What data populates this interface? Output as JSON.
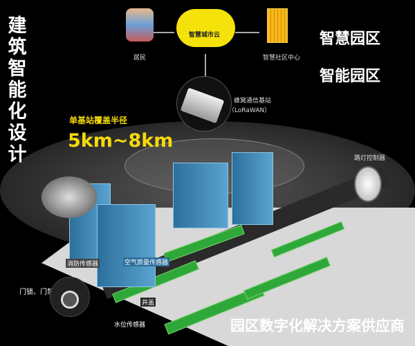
{
  "left_title": "建筑智能化设计",
  "right_titles": [
    "智慧园区",
    "智能园区"
  ],
  "bottom_title": "园区数字化解决方案供应商",
  "diagram": {
    "residents": "居民",
    "cloud": "智慧城市云",
    "community_center": "智慧社区中心",
    "base_station": "蜂窝通信基站",
    "base_station_protocol": "（LoRaWAN）",
    "coverage_label": "单基站覆盖半径",
    "coverage_range": "5km~8km",
    "streetlight_controller": "路灯控制器",
    "fire_sensor": "消防传感器",
    "air_sensor": "空气质量传感器",
    "door_lock": "门锁、门禁",
    "water_sensor": "水位传感器",
    "manhole": "井盖"
  },
  "colors": {
    "accent": "#f5d90a",
    "lawn": "#2fa83a",
    "building": "#3f8dbf"
  }
}
